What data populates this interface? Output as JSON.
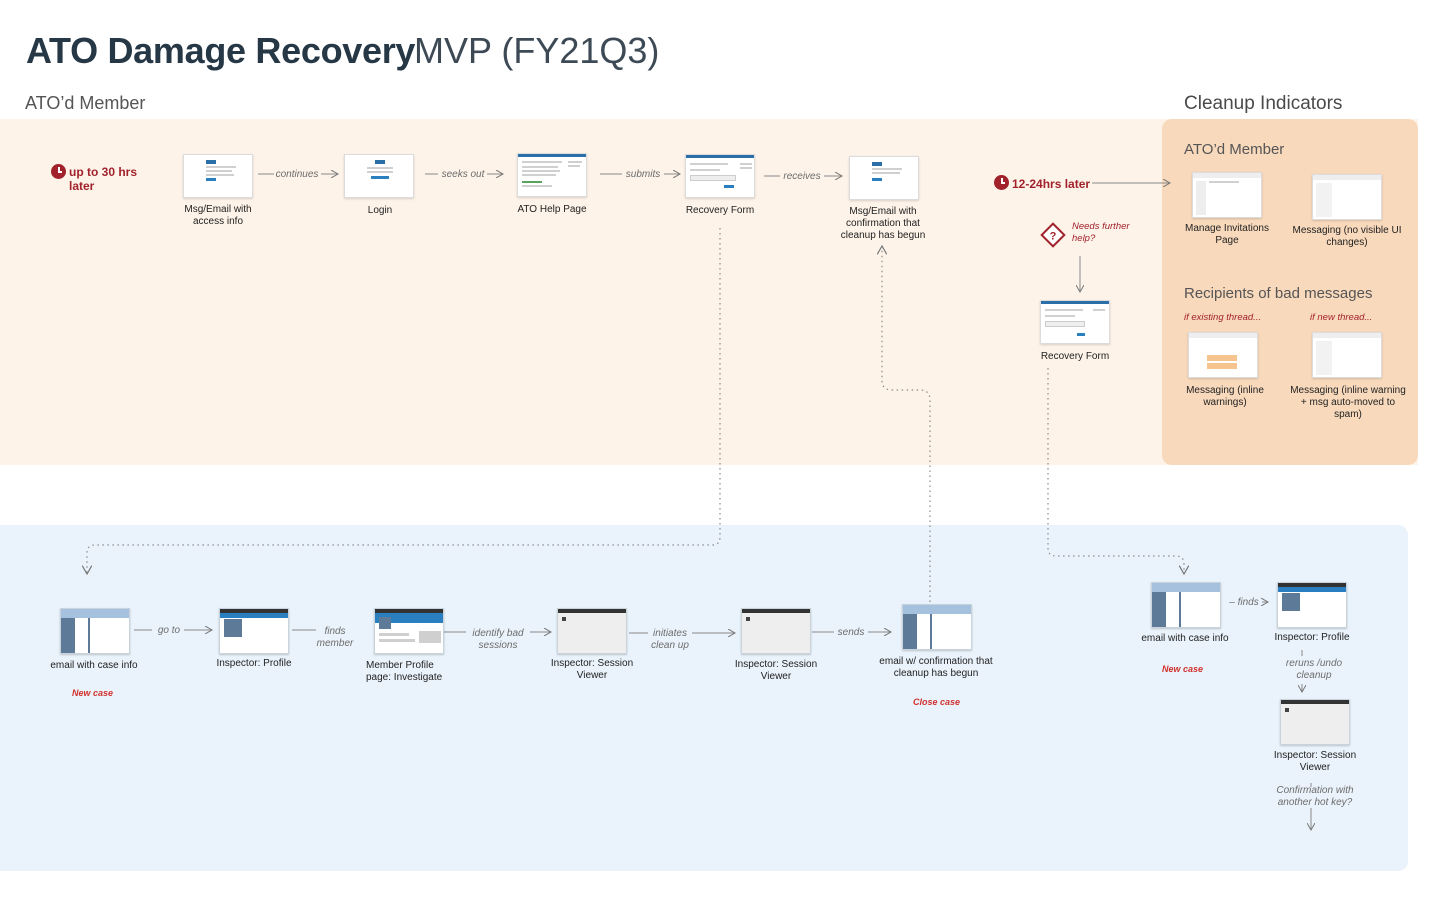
{
  "title": {
    "main": "ATO Damage Recovery",
    "sub": "MVP (FY21Q3)"
  },
  "sections": {
    "member": "ATO’d Member",
    "cleanup": "Cleanup Indicators"
  },
  "member_flow": {
    "timing": "up to 30 hrs later",
    "steps": [
      {
        "label": "Msg/Email with access info"
      },
      {
        "label": "Login"
      },
      {
        "label": "ATO Help Page"
      },
      {
        "label": "Recovery Form"
      },
      {
        "label": "Msg/Email with confirmation that cleanup has begun"
      }
    ],
    "edges": [
      "continues",
      "seeks out",
      "submits",
      "receives"
    ],
    "later_timing": "12-24hrs later",
    "needs_help": "Needs further help?",
    "recovery_form_2": "Recovery Form"
  },
  "cleanup": {
    "member_title": "ATO’d Member",
    "manage_invitations": "Manage Invitations Page",
    "messaging_no_change": "Messaging (no visible UI changes)",
    "recipients_title": "Recipients of bad messages",
    "if_existing": "if existing thread...",
    "if_new": "if new thread...",
    "messaging_inline": "Messaging (inline warnings)",
    "messaging_spam": "Messaging (inline warning + msg auto-moved to spam)"
  },
  "agent_flow": {
    "steps": [
      {
        "label": "email with case info",
        "note": "New case"
      },
      {
        "label": "Inspector: Profile"
      },
      {
        "label": "Member Profile page: Investigate"
      },
      {
        "label": "Inspector: Session Viewer"
      },
      {
        "label": "Inspector: Session Viewer"
      },
      {
        "label": "email w/ confirmation that cleanup has begun",
        "note": "Close case"
      }
    ],
    "edges": [
      "go to",
      "finds member",
      "identify bad sessions",
      "initiates clean up",
      "sends"
    ]
  },
  "agent_flow_2": {
    "email": "email with case info",
    "new_case": "New case",
    "finds": "– finds",
    "profile": "Inspector: Profile",
    "reruns": "reruns /undo cleanup",
    "session": "Inspector: Session Viewer",
    "confirmation": "Confirmation with another hot key?"
  },
  "colors": {
    "title": "#263746",
    "member_band": "#fdf3e9",
    "cleanup_panel": "#f8d9bc",
    "agent_band": "#eaf3fb",
    "accent_red": "#a2222c",
    "note_red": "#d0312d"
  }
}
